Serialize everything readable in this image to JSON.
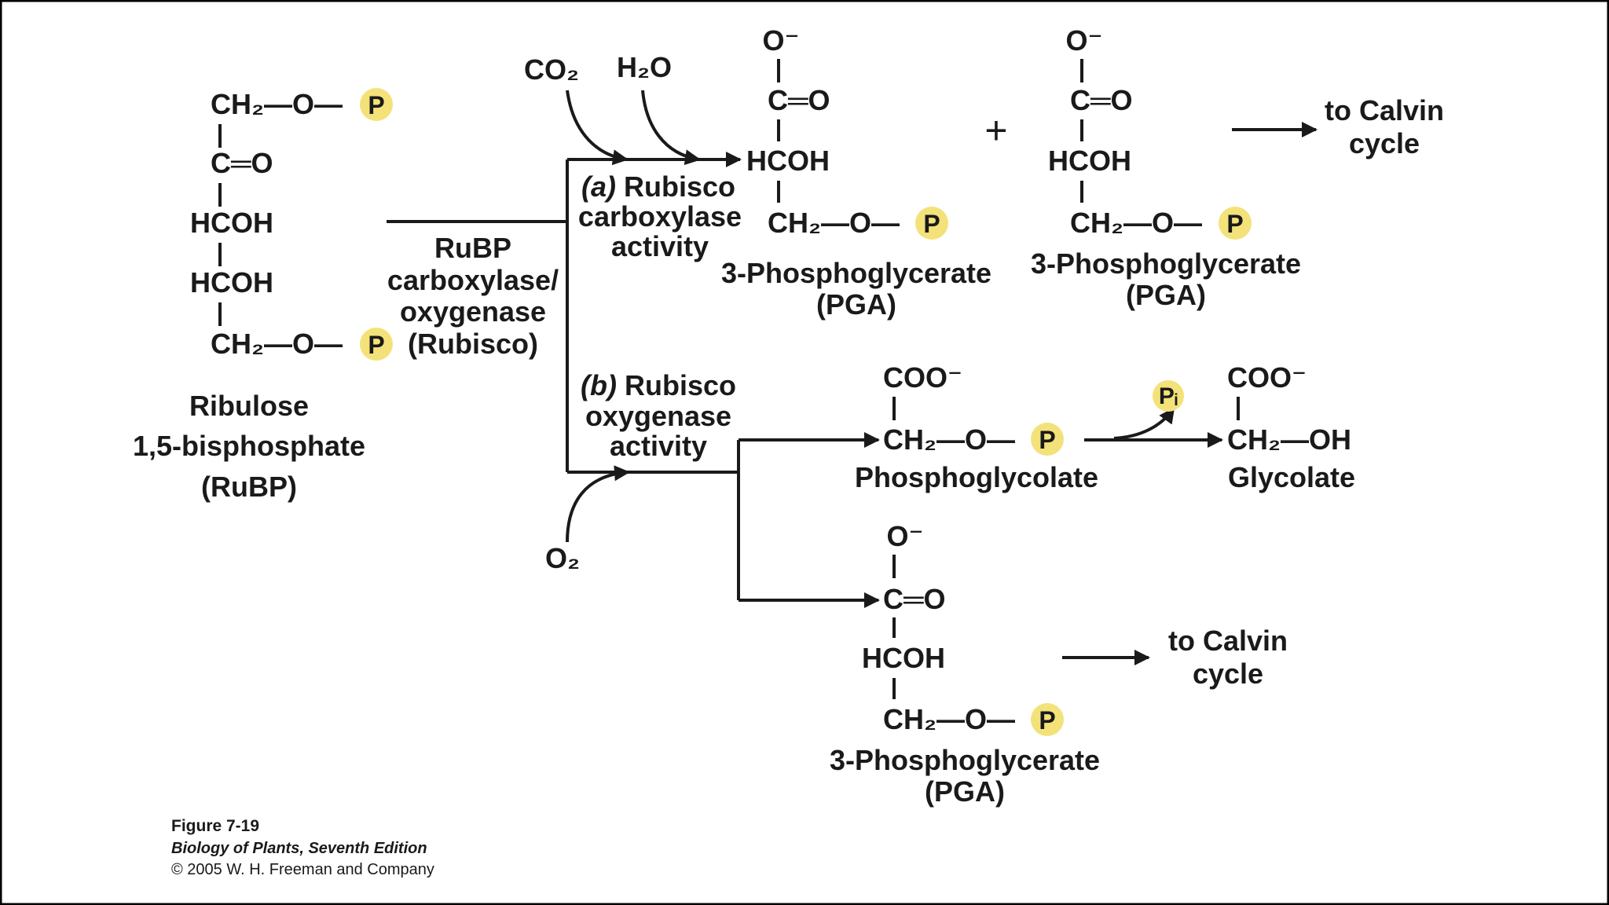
{
  "colors": {
    "border": "#000000",
    "phosphate_fill": "#f3e27a",
    "ink": "#1a1a1a"
  },
  "phosphate_symbol": "P",
  "rubp": {
    "lines": [
      "CH₂—O—",
      "C═O",
      "HCOH",
      "HCOH",
      "CH₂—O—"
    ],
    "name_line1": "Ribulose",
    "name_line2": "1,5-bisphosphate",
    "name_line3": "(RuBP)"
  },
  "enzyme": {
    "line1": "RuBP",
    "line2": "carboxylase/",
    "line3": "oxygenase",
    "line4": "(Rubisco)"
  },
  "reactants": {
    "co2": "CO₂",
    "h2o": "H₂O",
    "o2": "O₂",
    "pi": "Pᵢ"
  },
  "path_a": {
    "letter": "(a)",
    "line1": "Rubisco",
    "line2": "carboxylase",
    "line3": "activity"
  },
  "path_b": {
    "letter": "(b)",
    "line1": "Rubisco",
    "line2": "oxygenase",
    "line3": "activity"
  },
  "pga": {
    "o_minus": "O⁻",
    "c_o": "C═O",
    "hcoh": "HCOH",
    "ch2_o": "CH₂—O—",
    "name": "3-Phosphoglycerate",
    "abbr": "(PGA)"
  },
  "plus": "+",
  "to_calvin": {
    "line1": "to Calvin",
    "line2": "cycle"
  },
  "phosphoglycolate": {
    "coo": "COO⁻",
    "ch2_o": "CH₂—O—",
    "name": "Phosphoglycolate"
  },
  "glycolate": {
    "coo": "COO⁻",
    "ch2_oh": "CH₂—OH",
    "name": "Glycolate"
  },
  "caption": {
    "figure": "Figure 7-19",
    "book": "Biology of Plants, Seventh Edition",
    "copyright": "© 2005 W. H. Freeman and Company"
  }
}
